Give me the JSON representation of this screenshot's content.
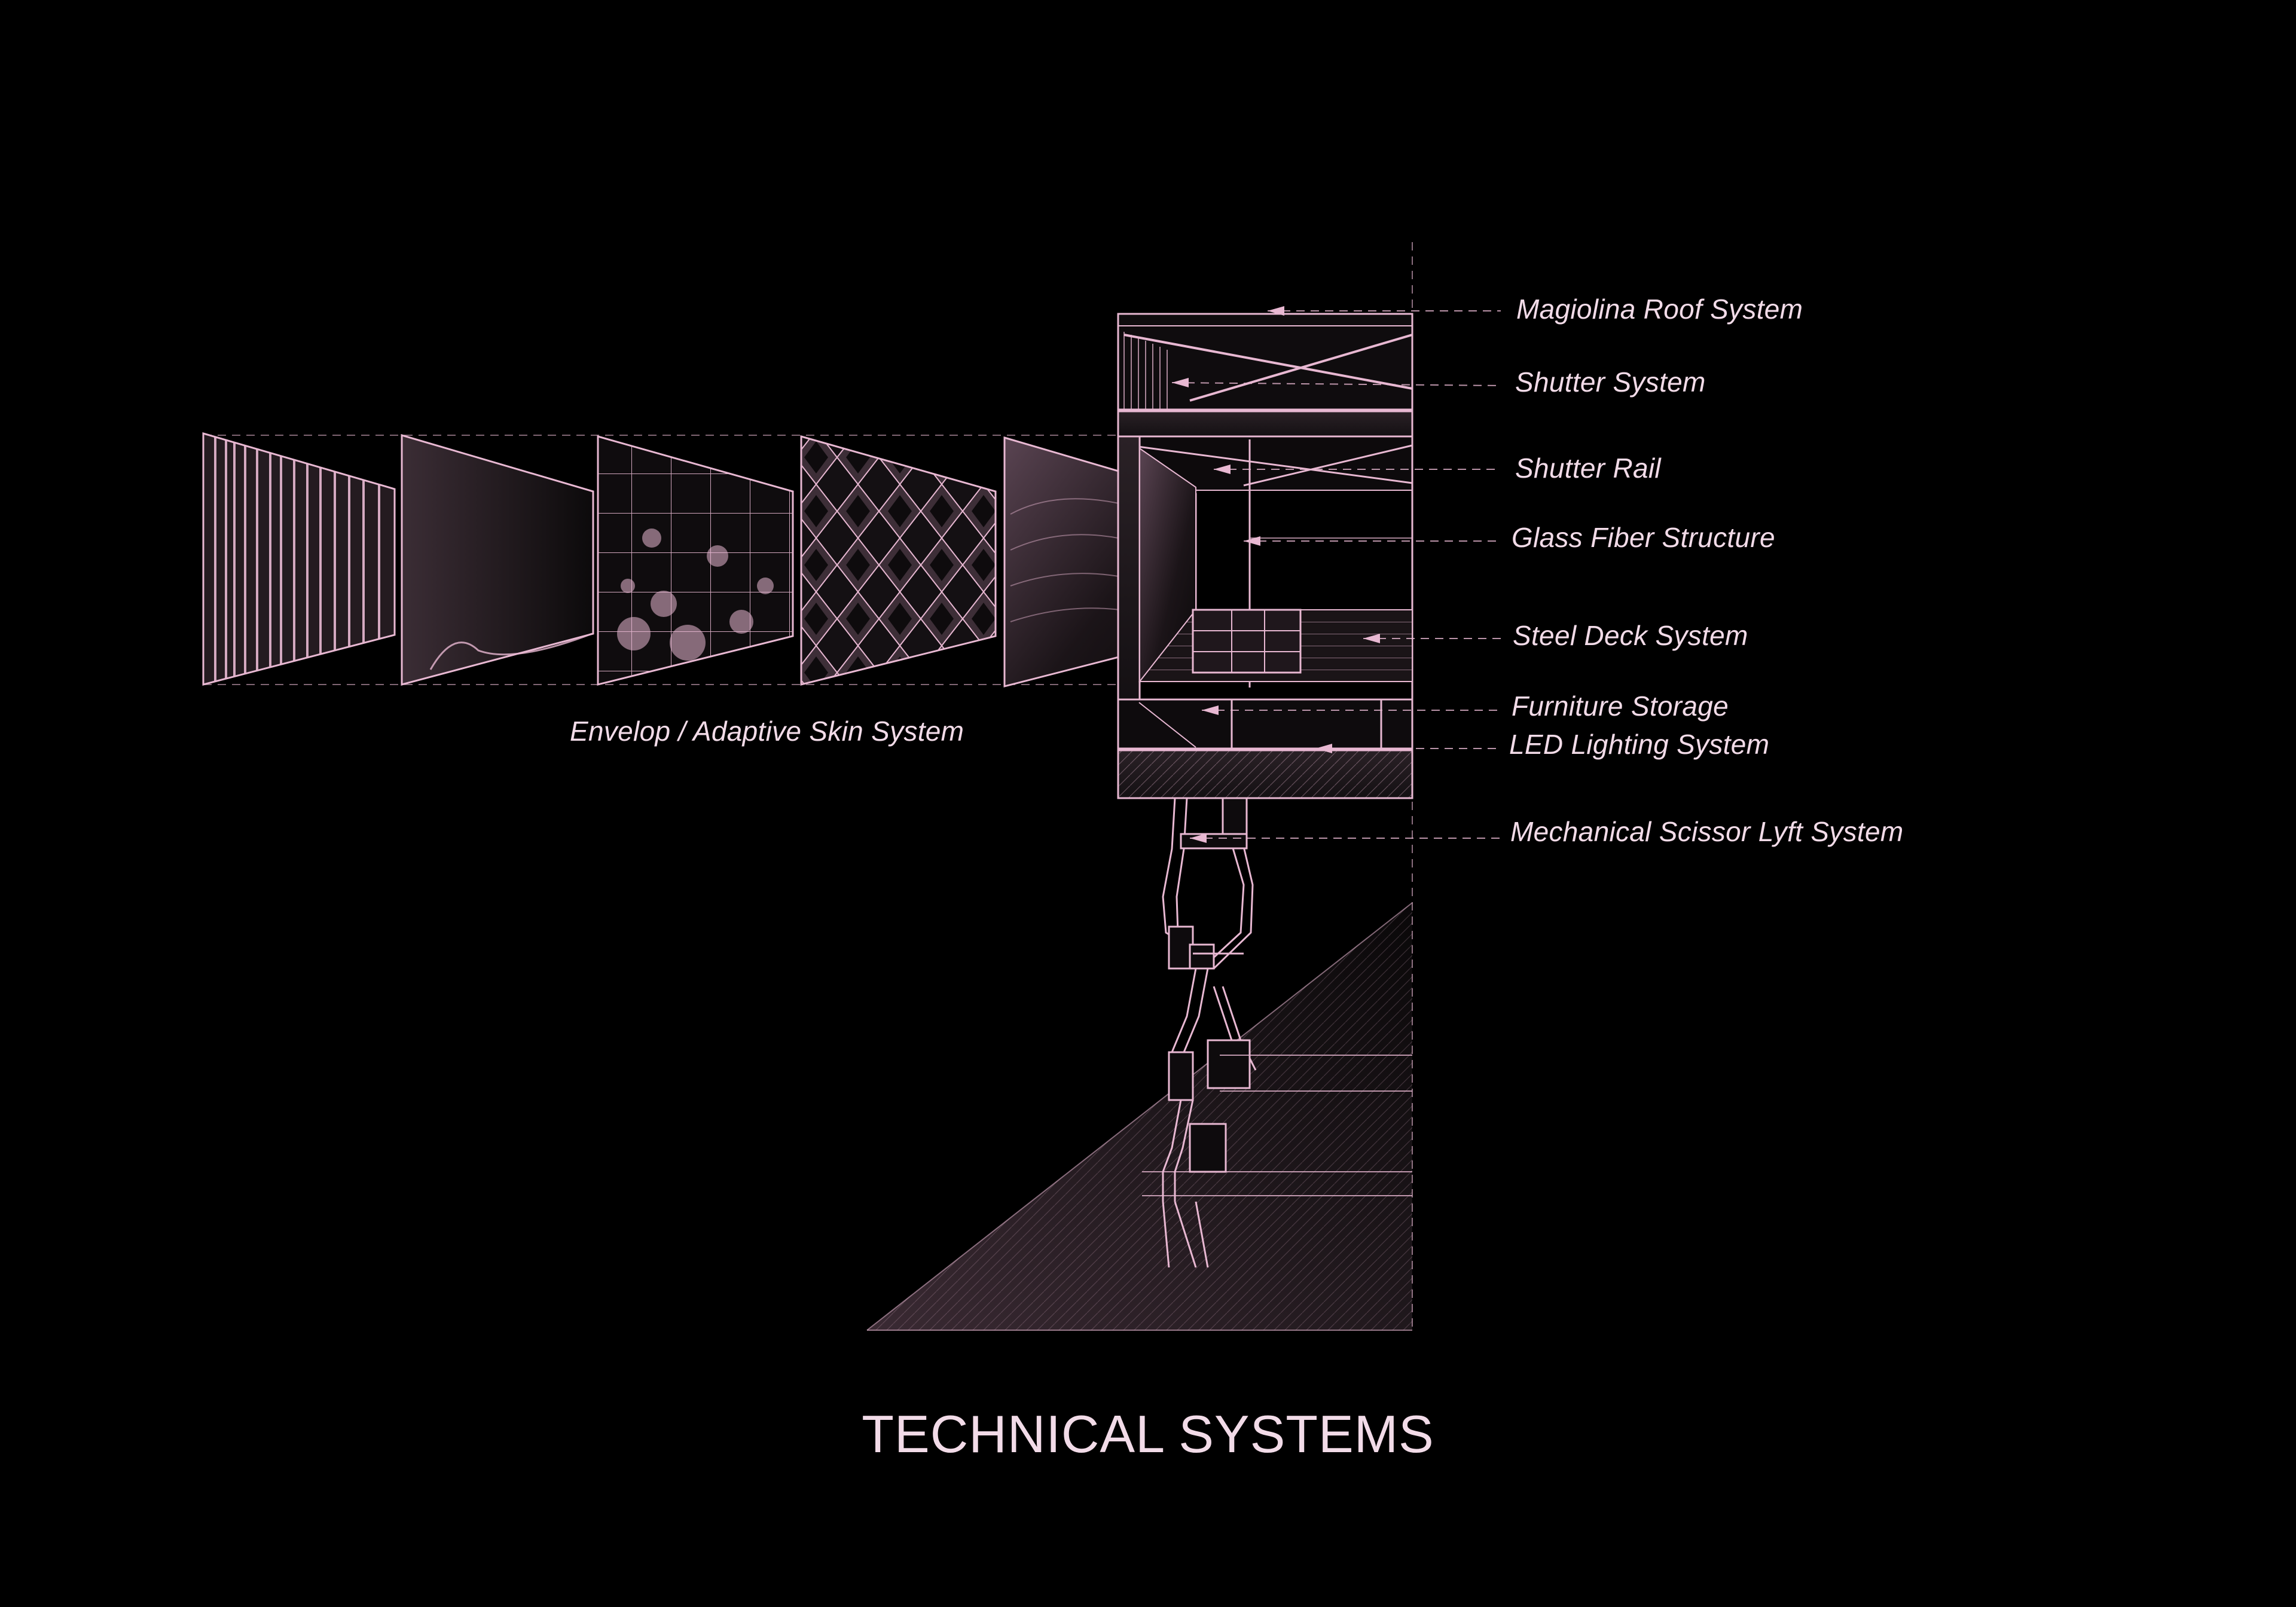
{
  "title": "TECHNICAL SYSTEMS",
  "skin_label": "Envelop / Adaptive Skin System",
  "callouts": [
    "Magiolina Roof System",
    "Shutter System",
    "Shutter Rail",
    "Glass Fiber Structure",
    "Steel Deck System",
    "Furniture Storage",
    "LED  Lighting System",
    "Mechanical Scissor Lyft System"
  ],
  "colors": {
    "background": "#000000",
    "line": "#e8b8d2",
    "text": "#f2dbe8"
  }
}
